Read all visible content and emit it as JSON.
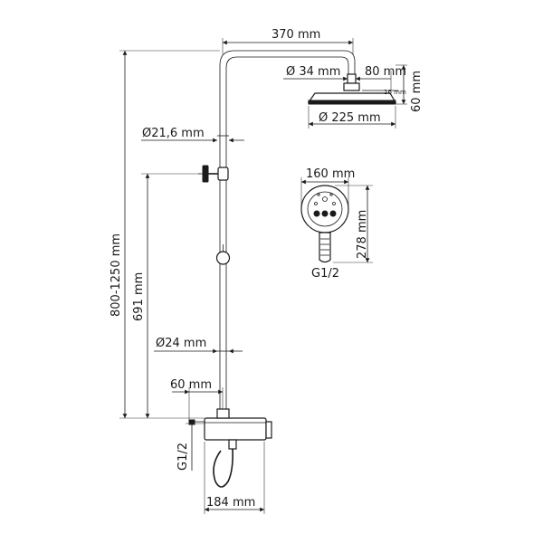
{
  "dimensions": {
    "arm_length": "370 mm",
    "head_connector_diameter": "Ø 34 mm",
    "head_connector_length": "80 mm",
    "head_offset": "16 mm",
    "head_height": "60 mm",
    "head_diameter": "Ø 225 mm",
    "upper_pipe_diameter": "Ø21,6 mm",
    "column_height_range": "800-1250 mm",
    "holder_height": "691 mm",
    "lower_pipe_diameter": "Ø24 mm",
    "wall_offset": "60 mm",
    "inlet_thread": "G1/2",
    "mixer_width": "184 mm",
    "hand_shower_width": "160 mm",
    "hand_shower_length": "278 mm",
    "hand_shower_thread": "G1/2"
  },
  "colors": {
    "line": "#1a1a1a",
    "background": "#ffffff"
  }
}
